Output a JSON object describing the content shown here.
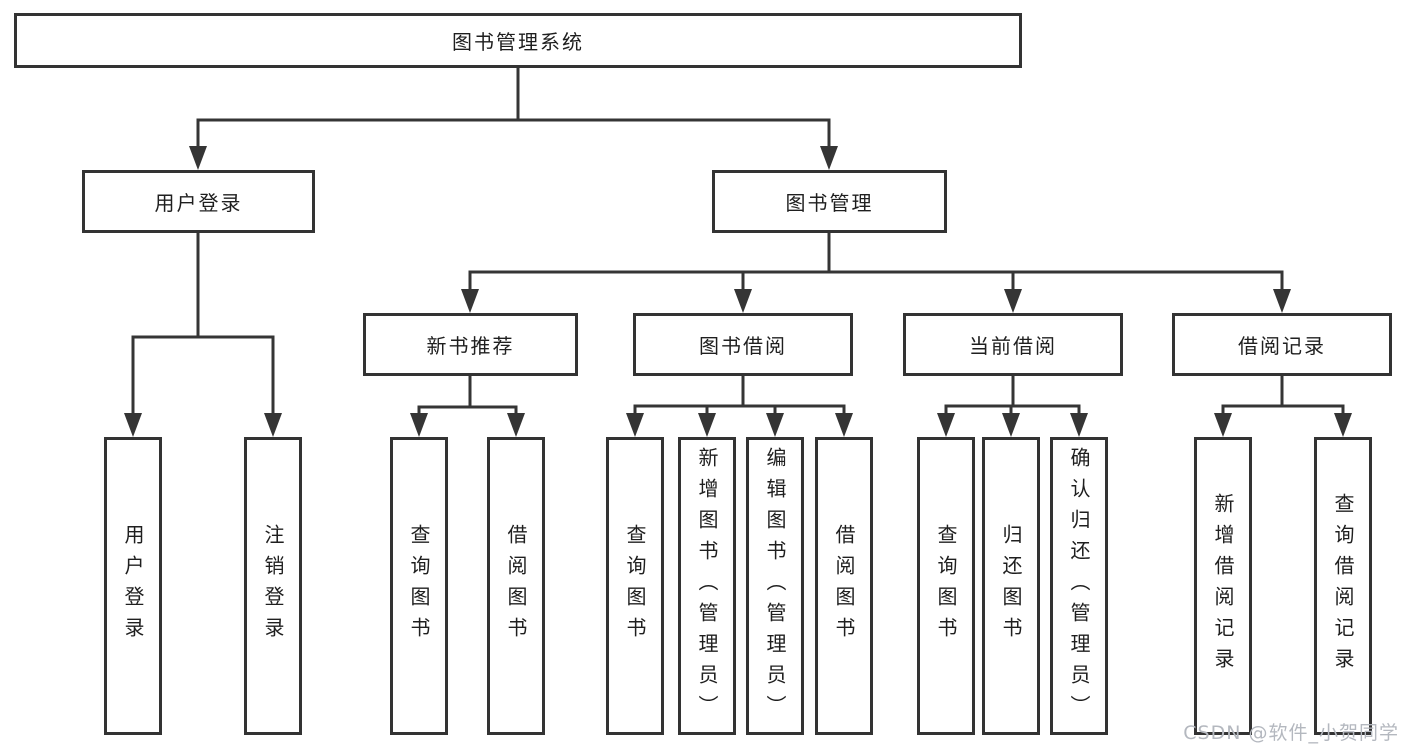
{
  "diagram_type": "functional-structure-tree",
  "tree": {
    "label": "图书管理系统",
    "children": [
      {
        "label": "用户登录",
        "children": [
          {
            "label": "用户登录"
          },
          {
            "label": "注销登录"
          }
        ]
      },
      {
        "label": "图书管理",
        "children": [
          {
            "label": "新书推荐",
            "children": [
              {
                "label": "查询图书"
              },
              {
                "label": "借阅图书"
              }
            ]
          },
          {
            "label": "图书借阅",
            "children": [
              {
                "label": "查询图书"
              },
              {
                "label": "新增图书（管理员）"
              },
              {
                "label": "编辑图书（管理员）"
              },
              {
                "label": "借阅图书"
              }
            ]
          },
          {
            "label": "当前借阅",
            "children": [
              {
                "label": "查询图书"
              },
              {
                "label": "归还图书"
              },
              {
                "label": "确认归还（管理员）"
              }
            ]
          },
          {
            "label": "借阅记录",
            "children": [
              {
                "label": "新增借阅记录"
              },
              {
                "label": "查询借阅记录"
              }
            ]
          }
        ]
      }
    ]
  },
  "watermark": "CSDN @软件_小贺同学",
  "colors": {
    "line": "#353535",
    "box_border": "#333333",
    "text": "#1f1f1f",
    "watermark": "#b4b8bf",
    "background": "#ffffff"
  }
}
